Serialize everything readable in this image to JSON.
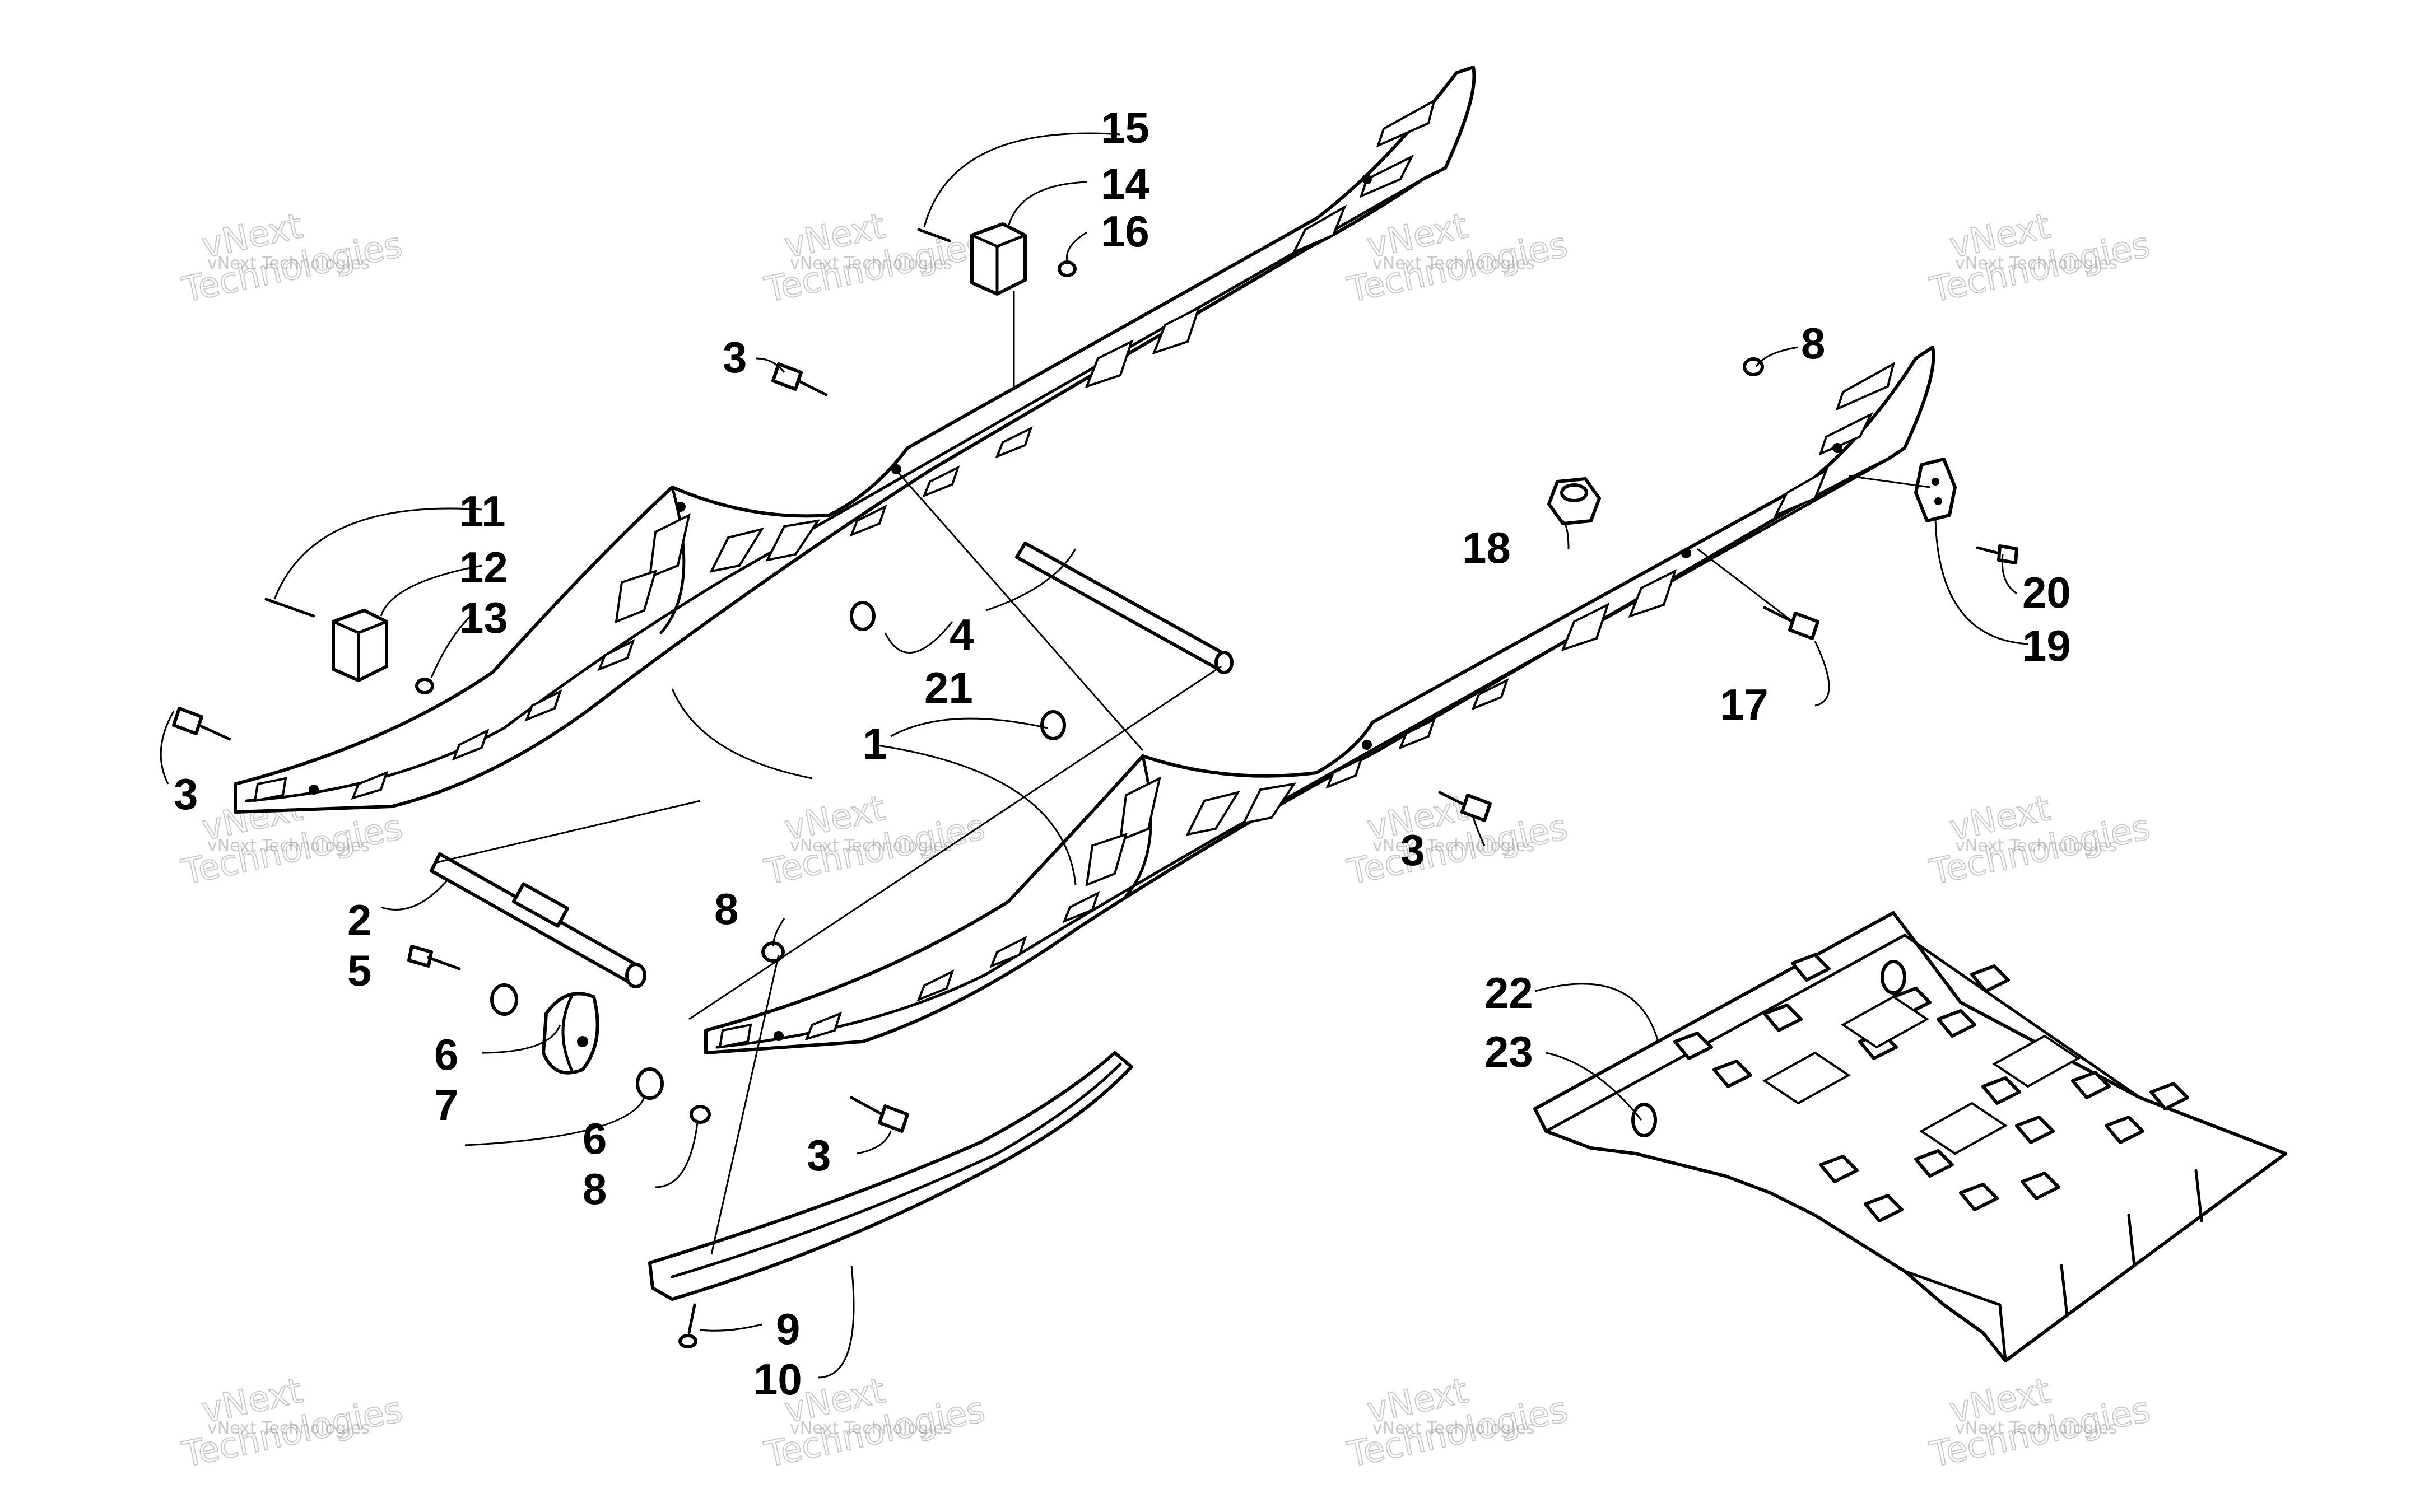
{
  "callouts": {
    "c1": "1",
    "c2": "2",
    "c3a": "3",
    "c3b": "3",
    "c3c": "3",
    "c3d": "3",
    "c4": "4",
    "c5": "5",
    "c6a": "6",
    "c6b": "6",
    "c7": "7",
    "c8a": "8",
    "c8b": "8",
    "c8c": "8",
    "c9": "9",
    "c10": "10",
    "c11": "11",
    "c12": "12",
    "c13": "13",
    "c14": "14",
    "c15": "15",
    "c16": "16",
    "c17": "17",
    "c18": "18",
    "c19": "19",
    "c20": "20",
    "c21": "21",
    "c22": "22",
    "c23": "23"
  },
  "watermark": {
    "small": "vNext Technologies",
    "large_line1": "vNext",
    "large_line2": "Technologies"
  },
  "colors": {
    "ink": "#000000",
    "paper": "#ffffff",
    "watermark": "#9e9e9e"
  }
}
